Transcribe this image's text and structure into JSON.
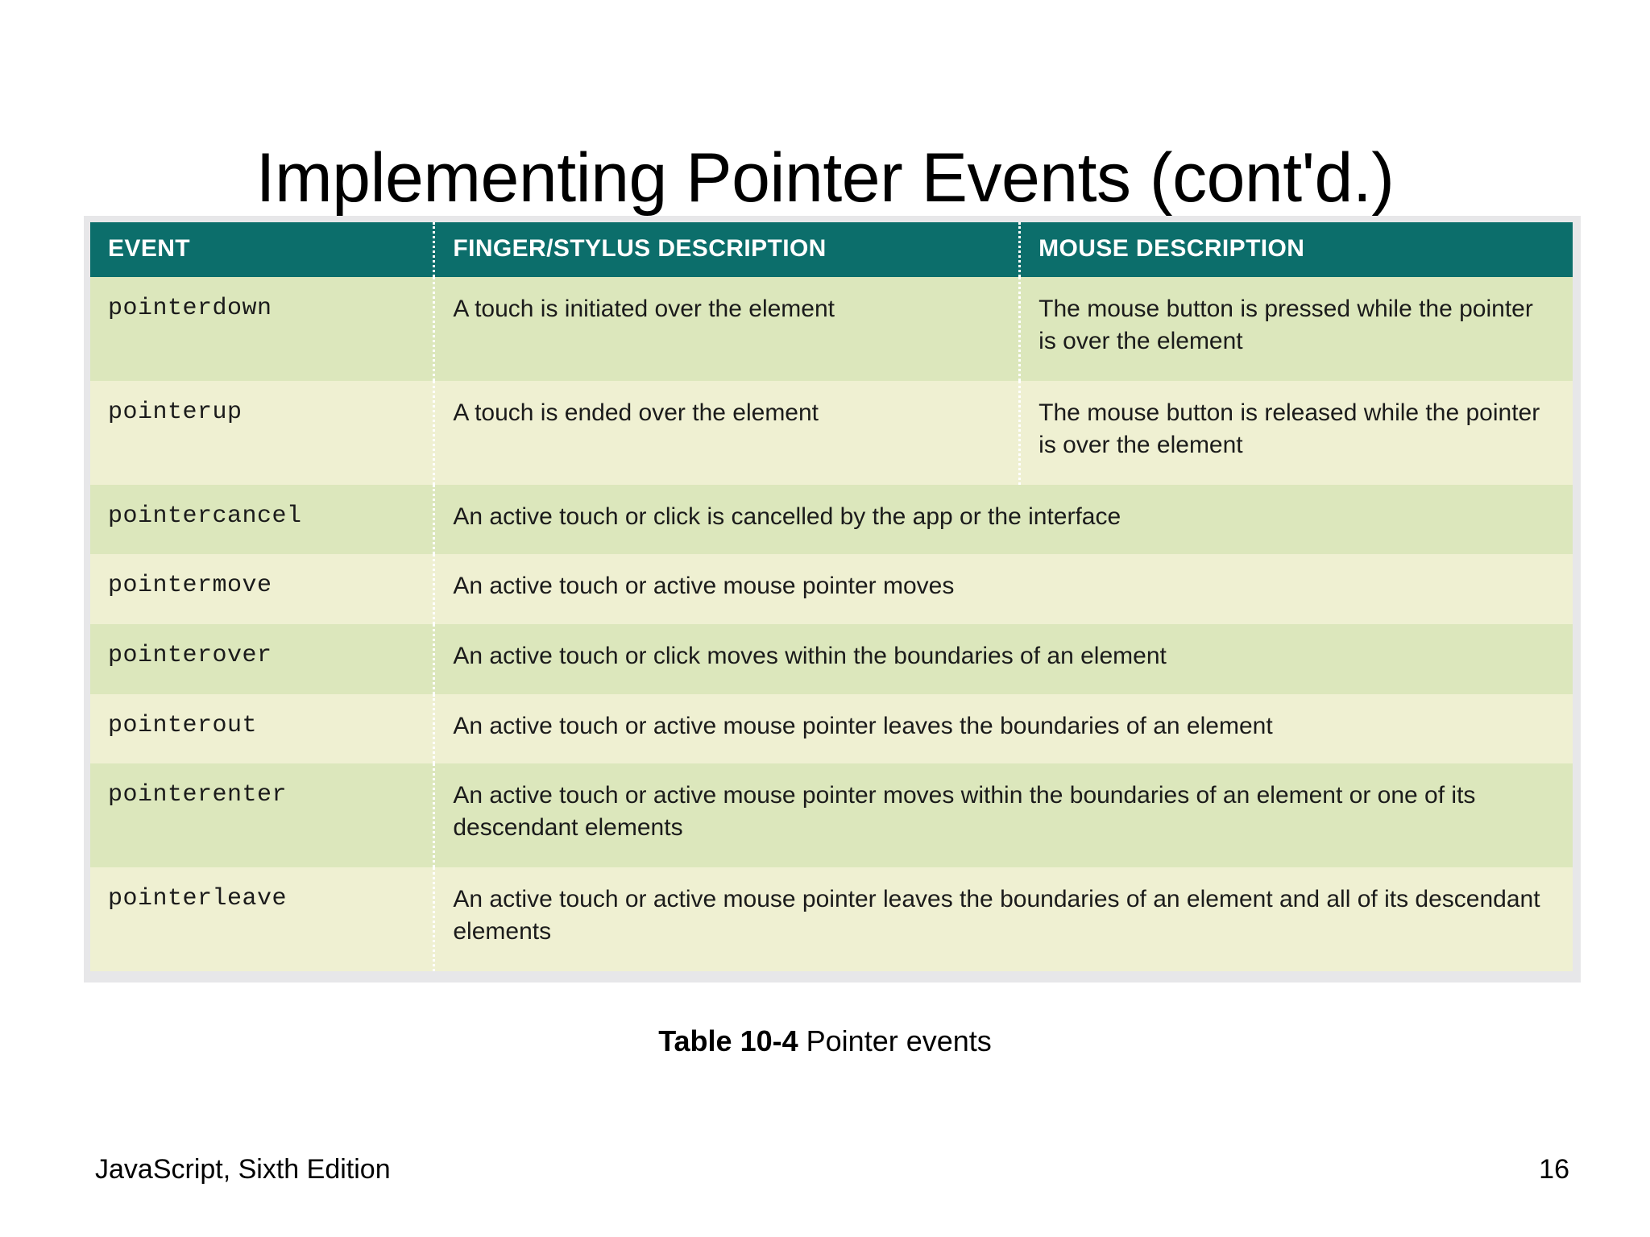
{
  "slide": {
    "title": "Implementing Pointer Events (cont'd.)",
    "page_number": "16",
    "footer_text": "JavaScript, Sixth Edition"
  },
  "caption": {
    "label": "Table 10-4",
    "text": " Pointer events"
  },
  "colors": {
    "header_bg": "#0c6e6b",
    "header_text": "#ffffff",
    "row_green": "#dce7bc",
    "row_cream": "#eff0d2",
    "frame": "#e7e7e9",
    "body_text": "#1b1b1b",
    "slide_bg": "#ffffff"
  },
  "table": {
    "headers": {
      "event": "EVENT",
      "finger": "FINGER/STYLUS DESCRIPTION",
      "mouse": "MOUSE DESCRIPTION"
    },
    "rows": [
      {
        "event": "pointerdown",
        "finger": "A touch is initiated over the element",
        "mouse": "The mouse button is pressed while the pointer is over the element",
        "span": false,
        "shade": "green"
      },
      {
        "event": "pointerup",
        "finger": "A touch is ended over the element",
        "mouse": "The mouse button is released while the pointer is over the element",
        "span": false,
        "shade": "cream"
      },
      {
        "event": "pointercancel",
        "finger": "An active touch or click is cancelled by the app or the interface",
        "mouse": "",
        "span": true,
        "shade": "green"
      },
      {
        "event": "pointermove",
        "finger": "An active touch or active mouse pointer moves",
        "mouse": "",
        "span": true,
        "shade": "cream"
      },
      {
        "event": "pointerover",
        "finger": "An active touch or click moves within the boundaries of an element",
        "mouse": "",
        "span": true,
        "shade": "green"
      },
      {
        "event": "pointerout",
        "finger": "An active touch or active mouse pointer leaves the boundaries of an element",
        "mouse": "",
        "span": true,
        "shade": "cream"
      },
      {
        "event": "pointerenter",
        "finger": "An active touch or active mouse pointer moves within the boundaries of an element or one of its descendant elements",
        "mouse": "",
        "span": true,
        "shade": "green"
      },
      {
        "event": "pointerleave",
        "finger": "An active touch or active mouse pointer leaves the boundaries of an element and all of its descendant elements",
        "mouse": "",
        "span": true,
        "shade": "cream"
      }
    ]
  }
}
